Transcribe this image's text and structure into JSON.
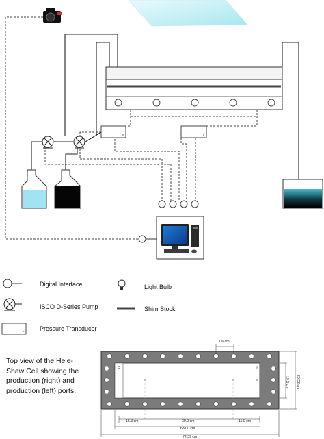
{
  "legend": {
    "digital_interface": "Digital Interface",
    "isco_pump": "ISCO D-Series Pump",
    "pressure_transducer": "Pressure Transducer",
    "light_bulb": "Light Bulb",
    "shim_stock": "Shim Stock"
  },
  "transducer_tag": "p",
  "caption": [
    "Top view of the Hele-",
    "Shaw Cell showing the",
    "production (right) and",
    "production (left) ports."
  ],
  "dimensions": {
    "port_spacing": "7.6 cm",
    "inner_height": "19.8 cm",
    "outer_height": "20.32 cm",
    "left_offset": "15.3 cm",
    "middle_span": "39.0 cm",
    "right_offset": "11.0 cm",
    "inner_length": "63.00 cm",
    "outer_length": "72.39 cm"
  },
  "colors": {
    "line": "#333333",
    "frame_gray": "#7a7a7a",
    "light_panel": "#bfeef2",
    "blue_fluid": "#9fe0f0",
    "black_fluid": "#050505",
    "tank_gradient_top": "#3fb6c9",
    "tank_gradient_bottom": "#000000"
  },
  "icons": [
    "camera-icon",
    "light-panel",
    "hele-shaw-cell",
    "pump-icon",
    "pressure-transducer-icon",
    "digital-interface-icon",
    "computer-icon",
    "bottle-icon",
    "tank-icon",
    "light-bulb-icon",
    "shim-stock-icon"
  ]
}
